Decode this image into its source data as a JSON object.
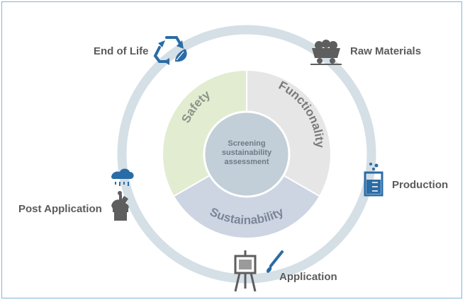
{
  "center": {
    "line1": "Screening",
    "line2": "sustainability",
    "line3": "assessment"
  },
  "segments": {
    "safety": "Safety",
    "functionality": "Functionality",
    "sustainability": "Sustainability"
  },
  "lifecycle": {
    "end_of_life": "End of Life",
    "raw_materials": "Raw Materials",
    "production": "Production",
    "application": "Application",
    "post_application": "Post Application"
  },
  "colors": {
    "ring": "#d5dfe6",
    "safety": "#e2ecd1",
    "functionality": "#e6e6e6",
    "sustainability": "#cdd5e2",
    "center": "#c2ced8",
    "icon_blue": "#2a6ca6",
    "icon_gray": "#5e5e5e"
  },
  "icons": {
    "end_of_life": "recycle-icon",
    "raw_materials": "mine-cart-icon",
    "production": "beaker-icon",
    "application": "easel-brush-icon",
    "post_application": "rain-statue-icon"
  }
}
